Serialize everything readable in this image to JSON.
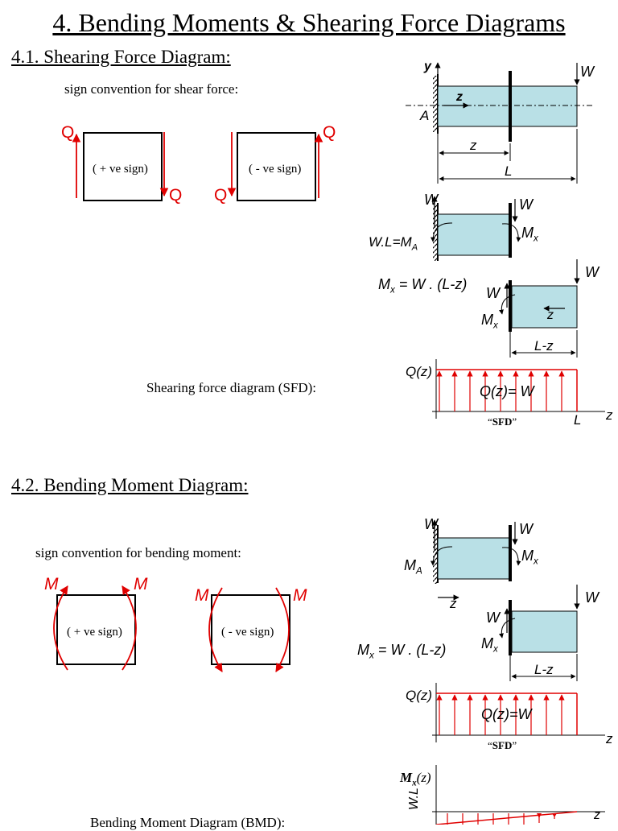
{
  "title": "4. Bending Moments & Shearing Force Diagrams",
  "section1": {
    "heading": "4.1. Shearing Force Diagram:",
    "sign_text": "sign convention for shear force:",
    "pos_box": "( + ve sign)",
    "neg_box": "( - ve sign)",
    "q": "Q",
    "sfd_caption": "Shearing force diagram (SFD):"
  },
  "section2": {
    "heading": "4.2. Bending Moment Diagram:",
    "sign_text": "sign convention for bending moment:",
    "pos_box": "( + ve sign)",
    "neg_box": "( - ve sign)",
    "m": "M",
    "bmd_caption": "Bending Moment Diagram (BMD):"
  },
  "labels": {
    "W": "W",
    "y": "y",
    "z": "z",
    "A": "A",
    "L": "L",
    "WL_MA": "W.L=M",
    "A_sub": "A",
    "M": "M",
    "x_sub": "x",
    "Mx_eq": "M",
    "Mx_eq_rest": " = W . (L-z)",
    "L_minus_z": "L-z",
    "Qz": "Q(z)",
    "Qz_eq1": "Q(z)= W",
    "Qz_eq2": "Q(z)=W",
    "SFD": "SFD",
    "Mxz_M": "M",
    "Mxz_rest": "(z)",
    "WL_axis": "W.L"
  },
  "colors": {
    "beam": "#b9e0e6",
    "red": "#e00000"
  }
}
